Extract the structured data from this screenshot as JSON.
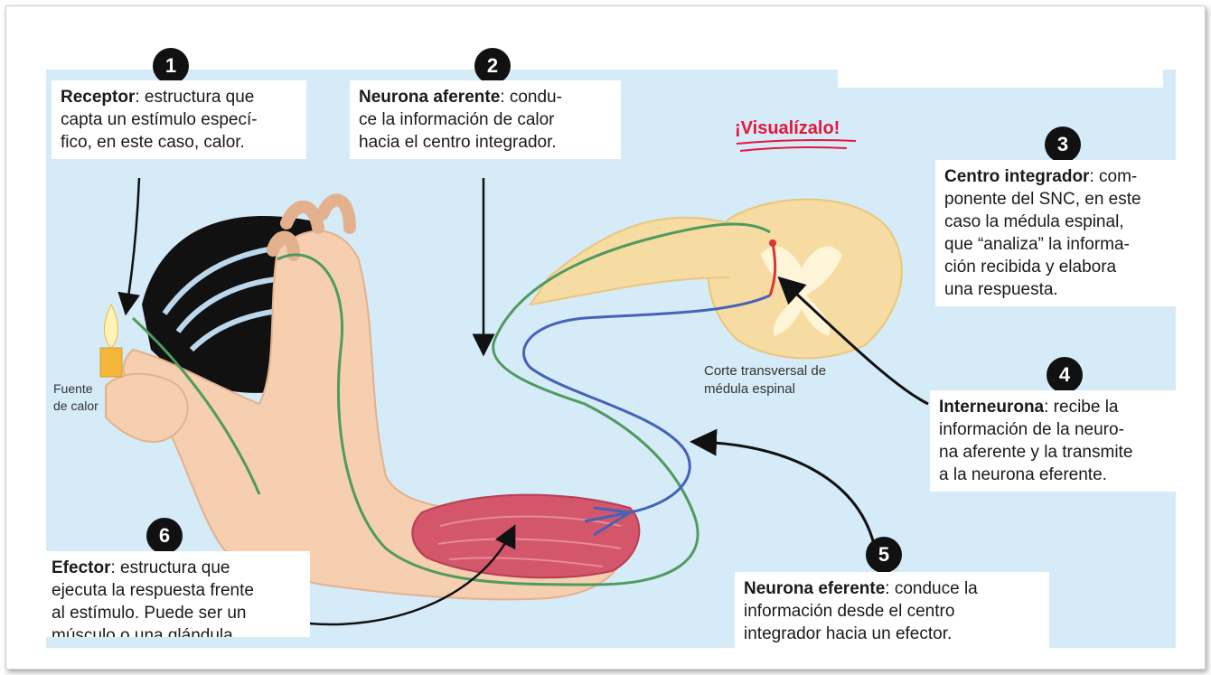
{
  "colors": {
    "background": "#d5ebf8",
    "spinal_cord": "#f6dca2",
    "afferent_neuron": "#4f9a5f",
    "efferent_neuron": "#4462b8",
    "accent_red": "#e4163c",
    "muscle": "#d4566a"
  },
  "visualizalo": "¡Visualízalo!",
  "steps": [
    {
      "number": "1",
      "term": "Receptor",
      "text_lines": [
        ": estructura que",
        "capta un estímulo especí-",
        "fico, en este caso, calor."
      ]
    },
    {
      "number": "2",
      "term": "Neurona aferente",
      "text_lines": [
        ": condu-",
        "ce la información de calor",
        "hacia el centro integrador."
      ]
    },
    {
      "number": "3",
      "term": "Centro integrador",
      "text_lines": [
        ": com-",
        "ponente del SNC, en este",
        "caso la médula espinal,",
        "que “analiza” la informa-",
        "ción recibida y elabora",
        "una respuesta."
      ]
    },
    {
      "number": "4",
      "term": "Interneurona",
      "text_lines": [
        ": recibe la",
        "información de la neuro-",
        "na aferente y la transmite",
        "a la neurona eferente."
      ]
    },
    {
      "number": "5",
      "term": "Neurona eferente",
      "text_lines": [
        ": conduce la",
        "información desde el centro",
        "integrador hacia un efector."
      ]
    },
    {
      "number": "6",
      "term": "Efector",
      "text_lines": [
        ": estructura que",
        "ejecuta la respuesta frente",
        "al estímulo. Puede ser un",
        "músculo o una glándula."
      ]
    }
  ],
  "labels": {
    "heat_source": [
      "Fuente",
      "de calor"
    ],
    "spinal_section": [
      "Corte transversal de",
      "médula espinal"
    ]
  }
}
